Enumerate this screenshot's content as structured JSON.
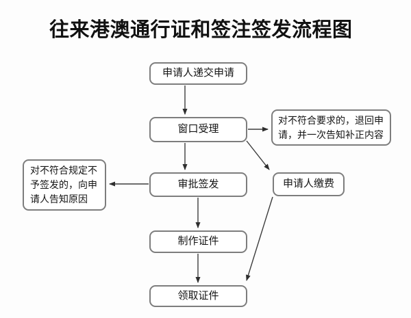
{
  "title": "往来港澳通行证和签注签发流程图",
  "nodes": {
    "submit": {
      "label": "申请人递交申请"
    },
    "window": {
      "label": "窗口受理"
    },
    "return_notice": {
      "label": "对不符合要求的，退回申请，并一次告知补正内容"
    },
    "approve": {
      "label": "审批签发"
    },
    "pay": {
      "label": "申请人缴费"
    },
    "reject_notice": {
      "label": "对不符合规定不予签发的，向申请人告知原因"
    },
    "produce": {
      "label": "制作证件"
    },
    "collect": {
      "label": "领取证件"
    }
  },
  "edges": [
    {
      "from": "submit",
      "to": "window"
    },
    {
      "from": "window",
      "to": "return_notice"
    },
    {
      "from": "window",
      "to": "approve"
    },
    {
      "from": "window",
      "to": "pay"
    },
    {
      "from": "approve",
      "to": "reject_notice"
    },
    {
      "from": "approve",
      "to": "produce"
    },
    {
      "from": "produce",
      "to": "collect"
    },
    {
      "from": "pay",
      "to": "collect"
    }
  ],
  "colors": {
    "box_border": "#7d7d7d",
    "arrow": "#3c3c3c",
    "text": "#141414",
    "background": "#fdfdfd"
  }
}
